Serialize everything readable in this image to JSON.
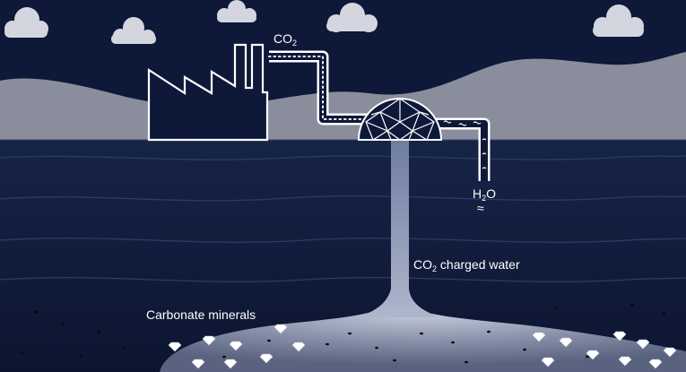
{
  "labels": {
    "co2_prefix": "CO",
    "co2_sub": "2",
    "h2o_h": "H",
    "h2o_sub": "2",
    "h2o_o": "O",
    "h2o_wave": "≈",
    "charged_prefix": "CO",
    "charged_sub": "2",
    "charged_suffix": " charged water",
    "carbonate": "Carbonate minerals"
  },
  "colors": {
    "sky": "#0e1838",
    "hills": "#8a8d9c",
    "underground": "#132140",
    "strata_lines": "#2a3a62",
    "pipe": "#ffffff",
    "clouds": "#d4d6df",
    "mineral_deposit": "#8e96ad",
    "crystals": "#ffffff"
  },
  "icons": [
    "cloud-icon",
    "factory-icon",
    "geodesic-dome-icon",
    "diamond-crystal-icon",
    "pipe-icon"
  ]
}
